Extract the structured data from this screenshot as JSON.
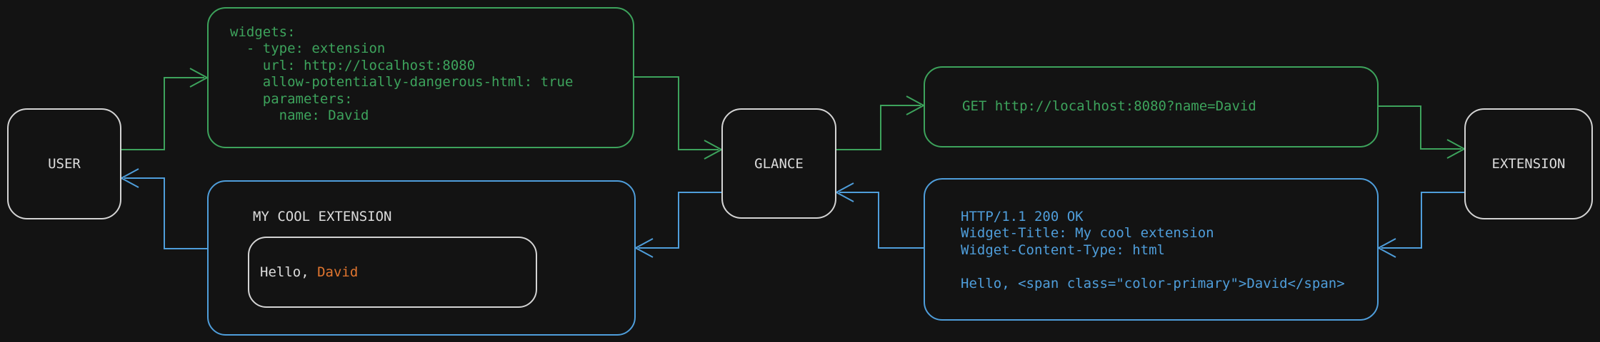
{
  "colors": {
    "background": "#131313",
    "node_border": "#d4d4d4",
    "text_primary": "#dcdcdc",
    "green": "#3da35c",
    "blue": "#4f9edb",
    "orange": "#e0752f"
  },
  "nodes": {
    "user": "USER",
    "glance": "GLANCE",
    "extension": "EXTENSION"
  },
  "yaml_box": {
    "lines": [
      "widgets:",
      "  - type: extension",
      "    url: http://localhost:8080",
      "    allow-potentially-dangerous-html: true",
      "    parameters:",
      "      name: David"
    ]
  },
  "get_box": {
    "text": "GET http://localhost:8080?name=David"
  },
  "http_box": {
    "lines": [
      "HTTP/1.1 200 OK",
      "Widget-Title: My cool extension",
      "Widget-Content-Type: html",
      "",
      "Hello, <span class=\"color-primary\">David</span>"
    ]
  },
  "widget_box": {
    "title": "MY COOL EXTENSION",
    "greeting_prefix": "Hello, ",
    "greeting_name": "David"
  }
}
